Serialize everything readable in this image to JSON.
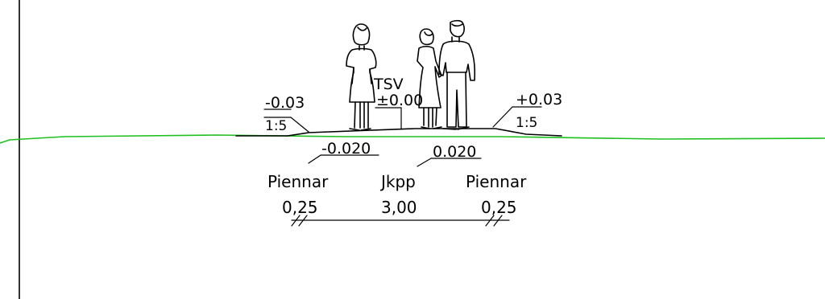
{
  "colors": {
    "ground_line": "#1ec01e",
    "ink": "#000000",
    "background": "#ffffff"
  },
  "left_edge": {
    "slope_value": "-0.03",
    "slope_ratio": "1:5"
  },
  "right_edge": {
    "slope_value": "+0.03",
    "slope_ratio": "1:5"
  },
  "center_mark": {
    "label": "TSV",
    "elevation": "±0.00"
  },
  "crossfall": {
    "left": "-0.020",
    "right": "0.020"
  },
  "sections": [
    {
      "name": "Piennar",
      "width": "0,25"
    },
    {
      "name": "Jkpp",
      "width": "3,00"
    },
    {
      "name": "Piennar",
      "width": "0,25"
    }
  ],
  "figures": [
    "woman-standing",
    "couple-holding-hands"
  ]
}
